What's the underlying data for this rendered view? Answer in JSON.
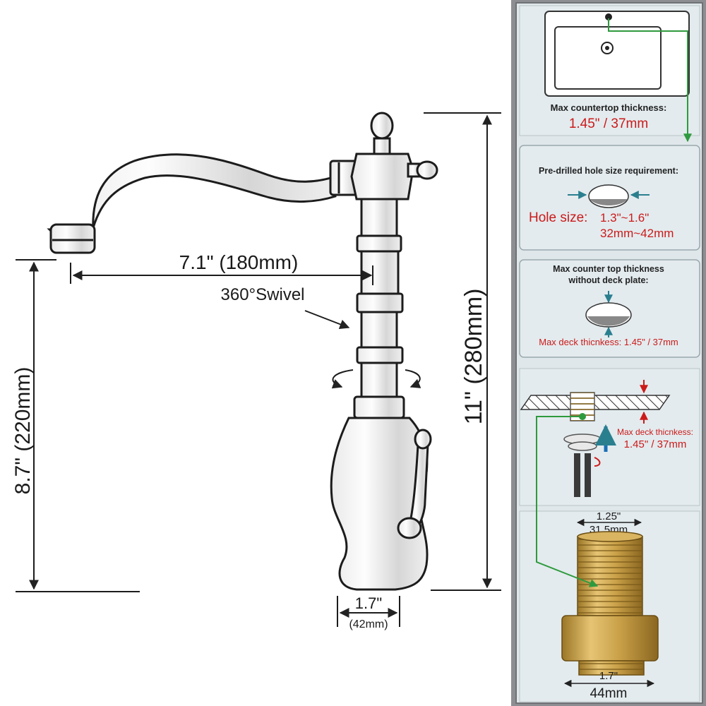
{
  "faucet": {
    "spout_reach": "7.1\" (180mm)",
    "swivel": "360°Swivel",
    "spout_height": "8.7\" (220mm)",
    "total_height": "11\" (280mm)",
    "base_width_in": "1.7\"",
    "base_width_mm": "(42mm)"
  },
  "panels": {
    "countertop": {
      "title": "Max countertop thickness:",
      "value": "1.45\" / 37mm"
    },
    "hole": {
      "title": "Pre-drilled hole size requirement:",
      "label": "Hole size:",
      "value_in": "1.3\"~1.6\"",
      "value_mm": "32mm~42mm"
    },
    "deck": {
      "title_line1": "Max counter top thickness",
      "title_line2": "without deck plate:",
      "value": "Max deck thicnkess: 1.45\" / 37mm"
    },
    "install": {
      "label": "Max deck thicnkess:",
      "value": "1.45\" / 37mm"
    },
    "shank": {
      "top_in": "1.25\"",
      "top_mm": "31.5mm",
      "bottom_in": "1.7\"",
      "bottom_mm": "44mm"
    }
  },
  "colors": {
    "accent_red": "#cc1a1a",
    "arrow_green": "#2e9a3e",
    "arrow_blue": "#1a6fb5",
    "panel_bg": "#e3ebee",
    "sidebar_bg": "#8c8e91",
    "brass": "#c8a24a"
  }
}
